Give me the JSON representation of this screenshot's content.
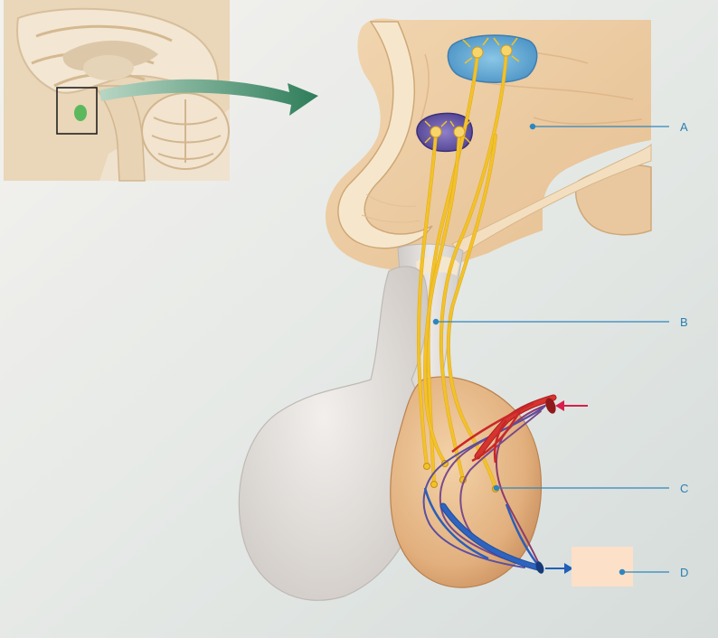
{
  "labels": {
    "a": "A",
    "b": "B",
    "c": "C",
    "d": "D"
  },
  "colors": {
    "leader_line": "#2f86bd",
    "nerve_fiber": "#f2c22a",
    "artery": "#c8282a",
    "vein": "#2a5fb8",
    "answer_box": "#fde0c8",
    "arrow": "#2e7d5a"
  },
  "icons": {
    "inflow_arrow": "red-arrow-left",
    "outflow_arrow": "blue-arrow-right",
    "transfer_arrow": "green-curved-arrow"
  }
}
